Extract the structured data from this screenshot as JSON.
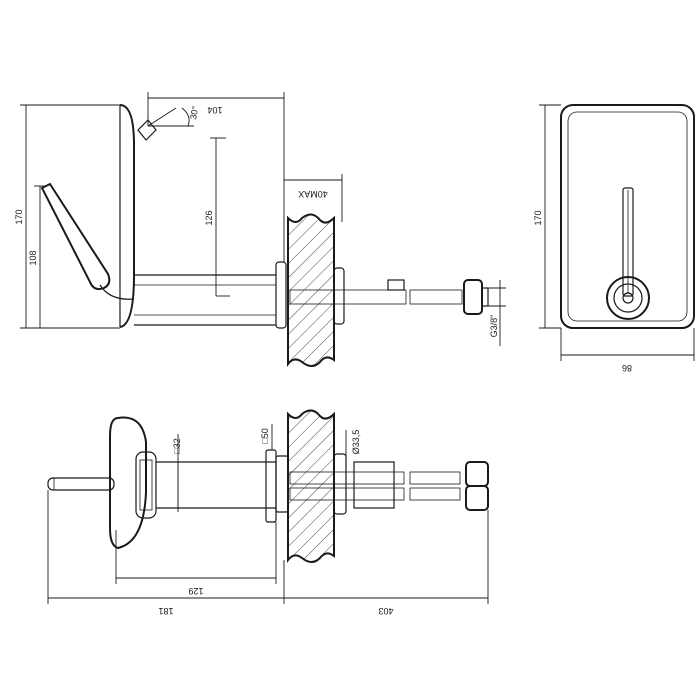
{
  "dimensions": {
    "side_width_top": "104",
    "spout_angle": "30°",
    "handle_drop": "126",
    "wall_max": "40MAX",
    "height_total": "170",
    "height_spout": "108",
    "thread": "G3/8\"",
    "front_height": "170",
    "front_width": "86",
    "plan_square_32": "□32",
    "plan_square_50": "□50",
    "plan_diameter": "Ø33,5",
    "plan_length_129": "129",
    "plan_length_181": "181",
    "plan_length_403": "403"
  },
  "colors": {
    "line": "#1a1a1a",
    "background": "#ffffff"
  }
}
